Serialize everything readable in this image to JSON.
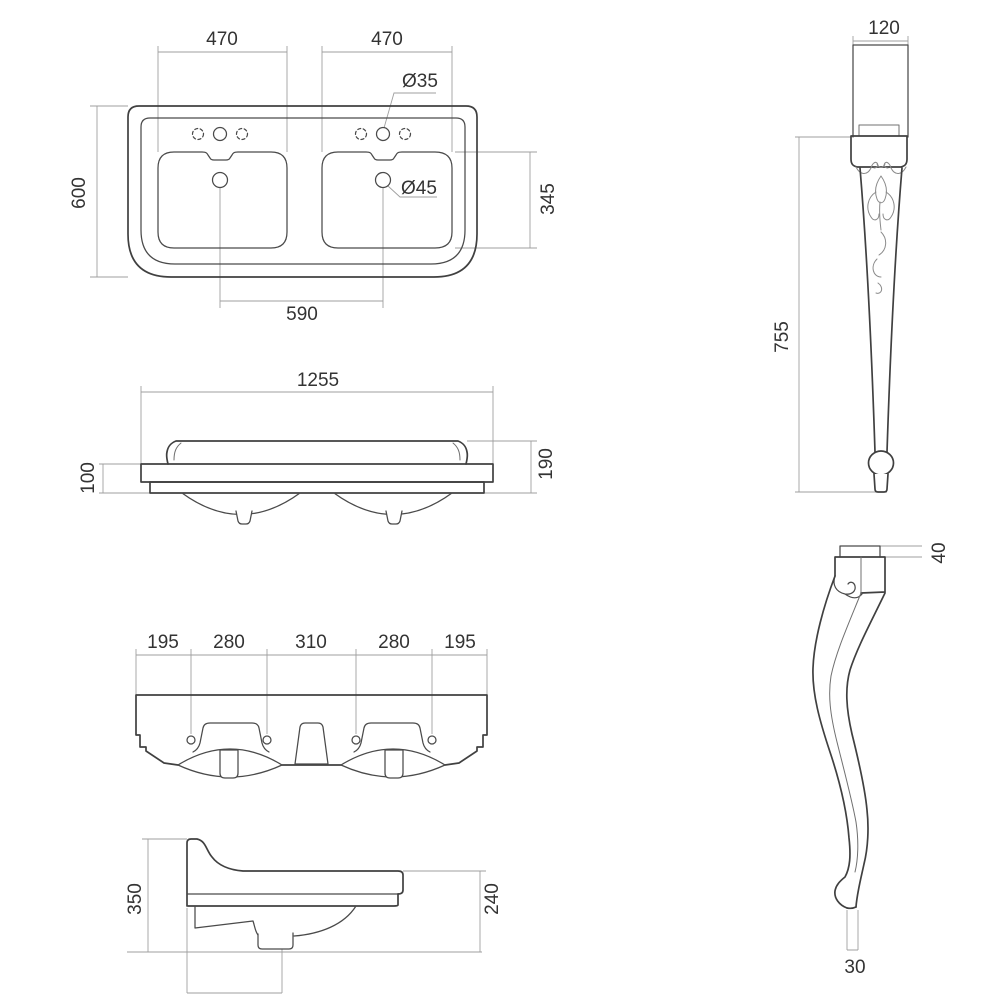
{
  "colors": {
    "background": "#ffffff",
    "outline": "#404040",
    "detail": "#707070",
    "dimension_lines": "#9f9f9f",
    "text": "#333333"
  },
  "drawing": {
    "views": {
      "top": {
        "dims": {
          "left_bowl_width": "470",
          "right_bowl_width": "470",
          "faucet_hole_diameter": "Ø35",
          "drain_hole_diameter": "Ø45",
          "overall_depth": "600",
          "bowl_depth": "345",
          "drain_center_spacing": "590"
        }
      },
      "front": {
        "dims": {
          "overall_width": "1255",
          "apron_height": "100",
          "overall_height": "190"
        }
      },
      "bottom": {
        "segments": [
          "195",
          "280",
          "310",
          "280",
          "195"
        ]
      },
      "side": {
        "dims": {
          "overall_depth": "350",
          "front_height": "240"
        }
      },
      "leg_front": {
        "dims": {
          "top_width": "120",
          "height": "755"
        }
      },
      "leg_side": {
        "dims": {
          "top_thickness": "40",
          "foot_width": "30"
        }
      }
    }
  }
}
